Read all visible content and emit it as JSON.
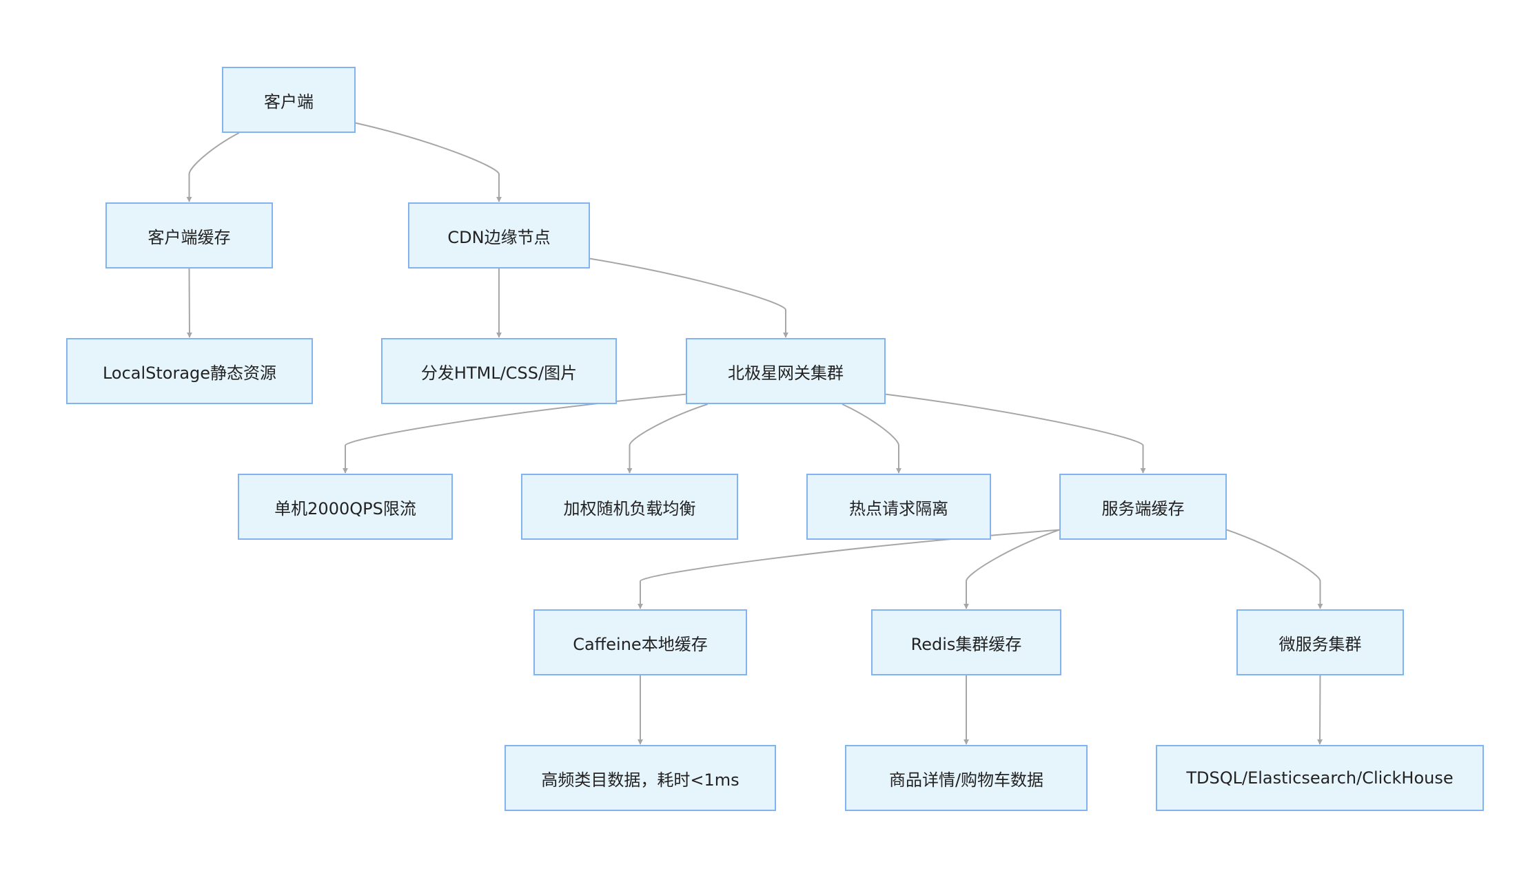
{
  "nodes": {
    "client": "客户端",
    "client_cache": "客户端缓存",
    "cdn": "CDN边缘节点",
    "local_storage": "LocalStorage静态资源",
    "cdn_dispatch": "分发HTML/CSS/图片",
    "gateway": "北极星网关集群",
    "rate_limit": "单机2000QPS限流",
    "load_balance": "加权随机负载均衡",
    "hotspot": "热点请求隔离",
    "server_cache": "服务端缓存",
    "caffeine": "Caffeine本地缓存",
    "redis": "Redis集群缓存",
    "microservices": "微服务集群",
    "caffeine_detail": "高频类目数据，耗时<1ms",
    "redis_detail": "商品详情/购物车数据",
    "db_detail": "TDSQL/Elasticsearch/ClickHouse"
  },
  "edges": [
    [
      "client",
      "client_cache"
    ],
    [
      "client",
      "cdn"
    ],
    [
      "client_cache",
      "local_storage"
    ],
    [
      "cdn",
      "cdn_dispatch"
    ],
    [
      "cdn",
      "gateway"
    ],
    [
      "gateway",
      "rate_limit"
    ],
    [
      "gateway",
      "load_balance"
    ],
    [
      "gateway",
      "hotspot"
    ],
    [
      "gateway",
      "server_cache"
    ],
    [
      "server_cache",
      "caffeine"
    ],
    [
      "server_cache",
      "redis"
    ],
    [
      "server_cache",
      "microservices"
    ],
    [
      "caffeine",
      "caffeine_detail"
    ],
    [
      "redis",
      "redis_detail"
    ],
    [
      "microservices",
      "db_detail"
    ]
  ],
  "colors": {
    "node_fill": "#e6f4fc",
    "node_border": "#82b3f0",
    "edge": "#a6a6a6",
    "text": "#222222"
  }
}
